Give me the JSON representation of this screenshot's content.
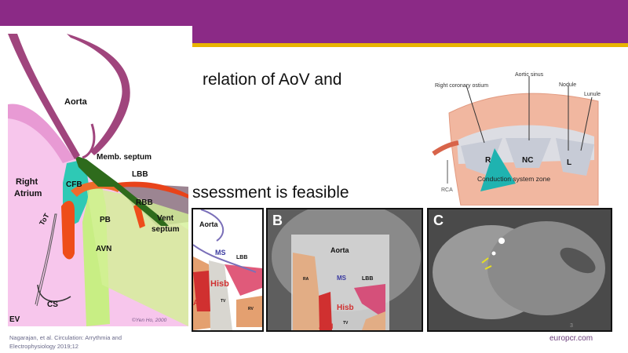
{
  "slide": {
    "bullets": [
      "relation of AoV and",
      "ssessment is feasible"
    ],
    "footer": "europcr.com",
    "colors": {
      "header": "#8b2a86",
      "accent": "#e8b400"
    }
  },
  "left_figure": {
    "labels": {
      "aorta": "Aorta",
      "memb_septum": "Memb. septum",
      "right_atrium_1": "Right",
      "right_atrium_2": "Atrium",
      "cfb": "CFB",
      "lbb": "LBB",
      "rbb": "RBB",
      "tot": "ToT",
      "pb": "PB",
      "avn": "AVN",
      "vent_1": "Vent",
      "vent_2": "septum",
      "cs": "CS",
      "ev": "EV",
      "copyright": "©Yen Ho, 2000"
    },
    "citation": [
      "Nagarajan, et al. Circulation: Arrythmia and",
      "Electrophysiology 2019;12"
    ]
  },
  "valve_figure": {
    "labels": {
      "aortic_sinus": "Aortic sinus",
      "right_coronary_ostium": "Right coronary ostium",
      "nodule": "Nodule",
      "lunule": "Lunule",
      "r": "R",
      "nc": "NC",
      "l": "L",
      "rca": "RCA",
      "zone": "Conduction system zone"
    }
  },
  "panels": {
    "a": {
      "aorta": "Aorta",
      "ms": "MS",
      "lbb": "LBB",
      "hisb": "Hisb",
      "avn": "AVN",
      "tv": "TV",
      "rv": "RV"
    },
    "b": {
      "letter": "B",
      "aorta": "Aorta",
      "ms": "MS",
      "lbb": "LBB",
      "hisb": "Hisb",
      "avn": "AVN",
      "tv": "TV",
      "ra": "RA"
    },
    "c": {
      "letter": "C",
      "number": "3"
    }
  }
}
